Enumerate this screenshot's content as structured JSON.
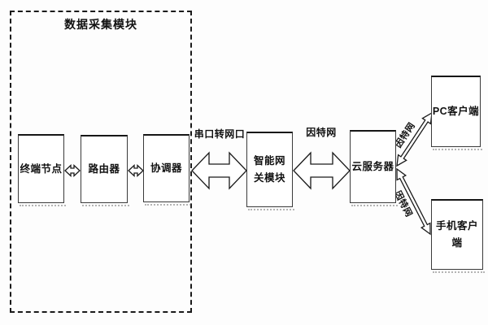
{
  "diagram": {
    "title": "数据采集模块",
    "nodes": {
      "terminal": "终端节点",
      "router": "路由器",
      "coordinator": "协调器",
      "gateway": [
        "智能网",
        "关模块"
      ],
      "cloud": "云服务器",
      "pc_client": "PC客户端",
      "mobile_client": "手机客户端"
    },
    "labels": {
      "serial_to_ethernet": "串口转网口",
      "internet": "因特网",
      "internet_upper_link": "因特网",
      "internet_lower_link": "因特网"
    },
    "colors": {
      "line": "#1a1a1a",
      "background": "#ffffff"
    }
  }
}
